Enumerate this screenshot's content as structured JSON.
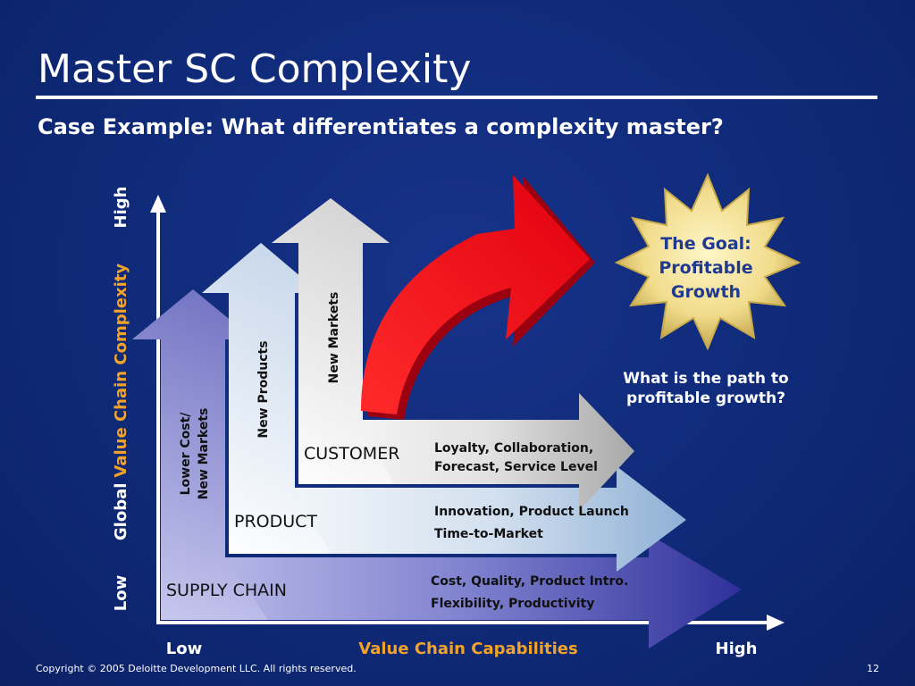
{
  "slide": {
    "title": "Master SC Complexity",
    "subtitle": "Case Example: What differentiates a complexity master?",
    "footer_copyright": "Copyright © 2005 Deloitte Development LLC. All rights reserved.",
    "page_number": "12"
  },
  "axes": {
    "y_low": "Low",
    "y_label_white": "Global",
    "y_label_orange": "Value Chain Complexity",
    "y_high": "High",
    "x_low": "Low",
    "x_label": "Value Chain Capabilities",
    "x_high": "High"
  },
  "layers": {
    "supply_chain": {
      "label": "SUPPLY CHAIN",
      "vertical": [
        "Lower Cost/",
        "New Markets"
      ],
      "line1": "Cost, Quality, Product Intro.",
      "line2": "Flexibility, Productivity"
    },
    "product": {
      "label": "PRODUCT",
      "vertical": "New Products",
      "line1": "Innovation, Product Launch",
      "line2": "Time-to-Market"
    },
    "customer": {
      "label": "CUSTOMER",
      "vertical": "New Markets",
      "line1": "Loyalty, Collaboration,",
      "line2": "Forecast, Service Level"
    }
  },
  "goal": {
    "line1": "The Goal:",
    "line2": "Profitable",
    "line3": "Growth"
  },
  "question": {
    "line1": "What is the path to",
    "line2": "profitable growth?"
  },
  "colors": {
    "background": "#0f2a78",
    "axis_accent": "#f2a32a",
    "goal_text": "#1f3a8f",
    "arrow_red": "#e8141c"
  }
}
